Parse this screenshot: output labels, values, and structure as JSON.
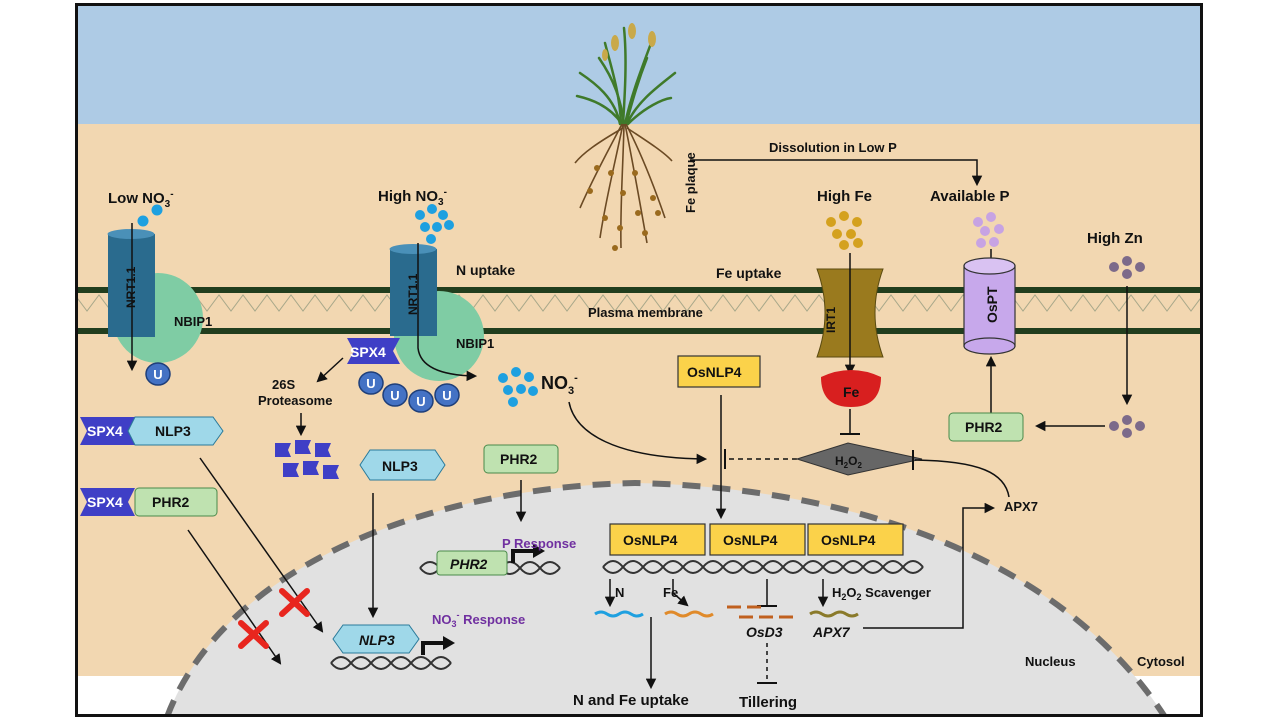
{
  "labels": {
    "low_no3": "Low NO",
    "high_no3": "High NO",
    "no3_sup": "-",
    "sub3": "3",
    "nrt11": "NRT1.1",
    "nbip1": "NBIP1",
    "u": "U",
    "spx4": "SPX4",
    "nlp3": "NLP3",
    "phr2": "PHR2",
    "proteasome_26s": "26S",
    "proteasome": "Proteasome",
    "n_uptake": "N uptake",
    "fe_uptake": "Fe uptake",
    "plasma_membrane": "Plasma membrane",
    "fe_plaque": "Fe plaque",
    "dissolution": "Dissolution in Low P",
    "high_fe": "High Fe",
    "available_p": "Available P",
    "high_zn": "High Zn",
    "irt1": "IRT1",
    "fe": "Fe",
    "ospt": "OsPT",
    "osnlp4": "OsNLP4",
    "no3_free": "NO",
    "h2o2_h": "H",
    "h2o2_o": "O",
    "sub2": "2",
    "apx7_prot": "APX7",
    "p_response": "P Response",
    "phr2_gene": "PHR2",
    "nlp3_gene": "NLP3",
    "no3_response": " Response",
    "n": "N",
    "osd3": "OsD3",
    "apx7_gene": "APX7",
    "h2o2_scavenger": " Scavenger",
    "n_fe_uptake": "N and Fe uptake",
    "tillering": "Tillering",
    "nucleus": "Nucleus",
    "cytosol": "Cytosol"
  },
  "colors": {
    "sky": "#aecbe5",
    "soil": "#f2d7b1",
    "nucleus": "#e1e1e1",
    "membrane": "#223e1e",
    "nitrate": "#1ea0e0",
    "fe_dot": "#d4a11e",
    "p_dot": "#c7a3e3",
    "zn_dot": "#7c6a8a",
    "nrt_teal": "#2a6b8e",
    "nbip_green": "#7fcca4",
    "spx_blue": "#3f3fc6",
    "nlp_teal": "#9fd8e9",
    "phr_green": "#bfe2b0",
    "osnlp4_yellow": "#fbd24a",
    "irt1_brown": "#9a7a1e",
    "fe_red": "#d81f1f",
    "ospt_purple": "#c7a8eb",
    "h2o2_gray": "#666666",
    "label_purple": "#7030a0",
    "inhibit_red": "#e8261e"
  }
}
